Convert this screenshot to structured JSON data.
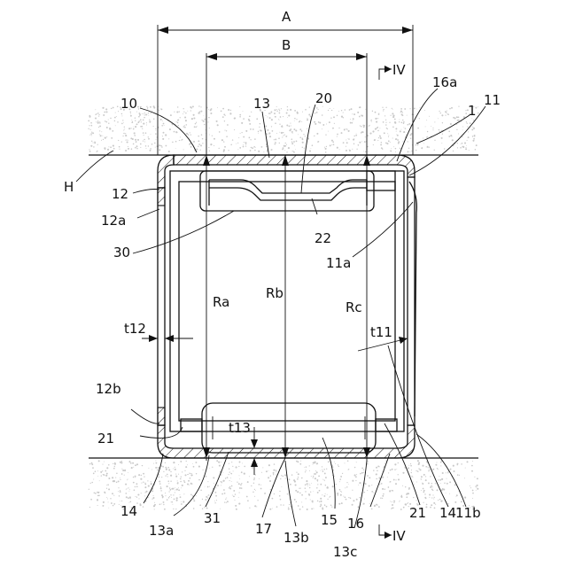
{
  "labels": {
    "dim_A": "A",
    "dim_B": "B",
    "section_top": "IV",
    "section_bottom": "IV",
    "H": "H",
    "n10": "10",
    "n13": "13",
    "n20": "20",
    "n16a": "16a",
    "n1": "1",
    "n11": "11",
    "n12": "12",
    "n12a": "12a",
    "n22": "22",
    "n30": "30",
    "n11a": "11a",
    "Ra": "Ra",
    "Rb": "Rb",
    "Rc": "Rc",
    "t12": "t12",
    "t11": "t11",
    "n12b": "12b",
    "n21_left": "21",
    "t13": "t13",
    "n14_left": "14",
    "n13a": "13a",
    "n31": "31",
    "n17": "17",
    "n13b": "13b",
    "n15": "15",
    "n16": "16",
    "n13c": "13c",
    "n21_right": "21",
    "n14_right": "14",
    "n11b": "11b"
  },
  "colors": {
    "line": "#111111",
    "housing_speckle": "#c9c9c9",
    "background": "#ffffff"
  }
}
